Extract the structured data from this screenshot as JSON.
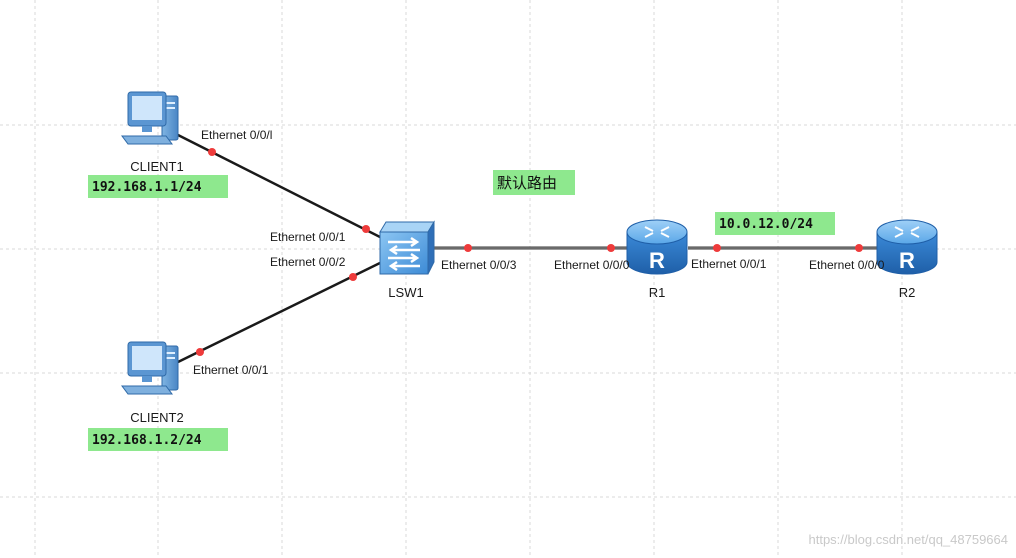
{
  "devices": {
    "client1": "CLIENT1",
    "client2": "CLIENT2",
    "lsw1": "LSW1",
    "r1": "R1",
    "r2": "R2"
  },
  "ports": {
    "client1_port": "Ethernet 0/0/l",
    "lsw1_port_1": "Ethernet 0/0/1",
    "lsw1_port_2": "Ethernet 0/0/2",
    "client2_port": "Ethernet 0/0/1",
    "lsw1_port_3": "Ethernet 0/0/3",
    "r1_port_0": "Ethernet 0/0/0",
    "r1_port_1": "Ethernet 0/0/1",
    "r2_port_0": "Ethernet 0/0/0"
  },
  "notes": {
    "client1_ip": "192.168.1.1/24",
    "client2_ip": "192.168.1.2/24",
    "default_route": "默认路由",
    "r1_r2_subnet": "10.0.12.0/24"
  },
  "watermark": "https://blog.csdn.net/qq_48759664",
  "colors": {
    "note_bg": "#8ee88e",
    "link": "#1a1a1a",
    "port_dot": "#ee3b3b",
    "device_blue": "#3f8fd9",
    "grid": "#d9d9d9"
  }
}
